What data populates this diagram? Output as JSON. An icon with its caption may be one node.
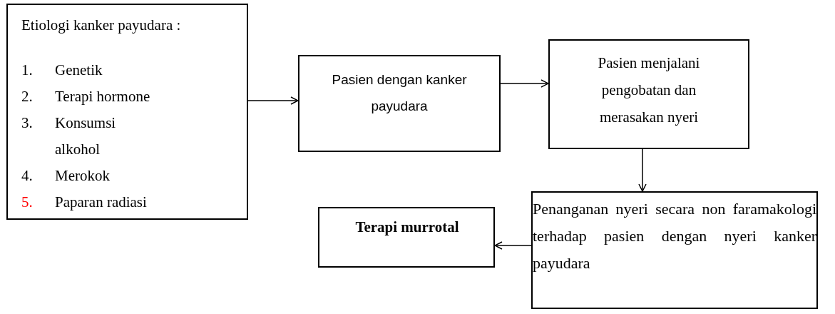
{
  "diagram": {
    "nodes": [
      {
        "text": [
          "Etiologi kanker payudara :",
          "1. Genetik",
          "2. Terapi hormone",
          "3. Konsumsi alkohol",
          "4. Merokok",
          "5. Paparan radiasi"
        ]
      },
      {
        "text": [
          "Pasien dengan kanker payudara"
        ]
      },
      {
        "text": [
          "Pasien menjalani pengobatan dan merasakan nyeri"
        ]
      },
      {
        "text": [
          "Penanganan nyeri secara non faramakologi terhadap pasien dengan nyeri kanker payudara"
        ]
      },
      {
        "text": [
          "Terapi murrotal"
        ]
      }
    ],
    "edges": [
      {
        "from": 0,
        "to": 1,
        "arrow": "to"
      },
      {
        "from": 1,
        "to": 2,
        "arrow": "to"
      },
      {
        "from": 2,
        "to": 3,
        "arrow": "to"
      },
      {
        "from": 3,
        "to": 4,
        "arrow": "to"
      }
    ]
  }
}
